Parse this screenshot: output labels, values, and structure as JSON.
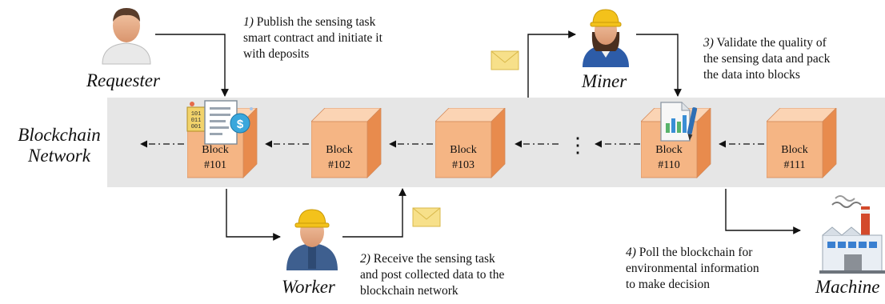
{
  "network_label": [
    "Blockchain",
    "Network"
  ],
  "roles": {
    "requester": "Requester",
    "miner": "Miner",
    "worker": "Worker",
    "machine": "Machine"
  },
  "steps": [
    {
      "num": "1)",
      "lines": [
        "Publish the sensing task",
        "smart contract and initiate it",
        "with deposits"
      ]
    },
    {
      "num": "2)",
      "lines": [
        "Receive the sensing task",
        "and post collected data to the",
        "blockchain network"
      ]
    },
    {
      "num": "3)",
      "lines": [
        "Validate the quality of",
        "the sensing data and pack",
        "the data into blocks"
      ]
    },
    {
      "num": "4)",
      "lines": [
        "Poll the blockchain for",
        "environmental information",
        "to make decision"
      ]
    }
  ],
  "blocks": [
    {
      "word": "Block",
      "id": "#101"
    },
    {
      "word": "Block",
      "id": "#102"
    },
    {
      "word": "Block",
      "id": "#103"
    },
    {
      "word": "Block",
      "id": "#110"
    },
    {
      "word": "Block",
      "id": "#111"
    }
  ],
  "ellipsis": "⋮",
  "icon_texts": {
    "binary": [
      "101",
      "011",
      "001"
    ],
    "coin": "$"
  },
  "colors": {
    "block_front": "#f5b584",
    "block_top": "#fbd4b4",
    "block_side": "#e88b4d",
    "envelope": "#f7e08a",
    "band": "#e6e6e6"
  }
}
